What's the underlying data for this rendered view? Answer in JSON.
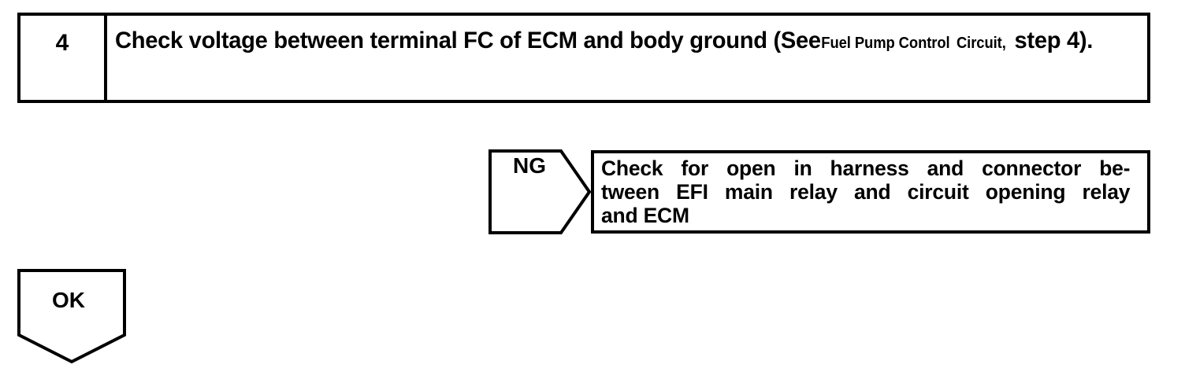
{
  "document": {
    "type": "troubleshooting-flowchart",
    "colors": {
      "ink": "#000000",
      "paper": "#ffffff"
    }
  },
  "step": {
    "number": "4",
    "instruction_line1": "Check voltage between terminal FC of ECM and body ground (See",
    "reference_small_1": "Fuel Pump Control",
    "reference_small_2": "Circuit,",
    "instruction_line2_tail": "step 4)."
  },
  "branches": {
    "ng": {
      "label": "NG",
      "result_line1": "Check for open in harness and connector be-",
      "result_line2": "tween EFI main relay and circuit opening relay",
      "result_line3": "and ECM"
    },
    "ok": {
      "label": "OK"
    }
  }
}
